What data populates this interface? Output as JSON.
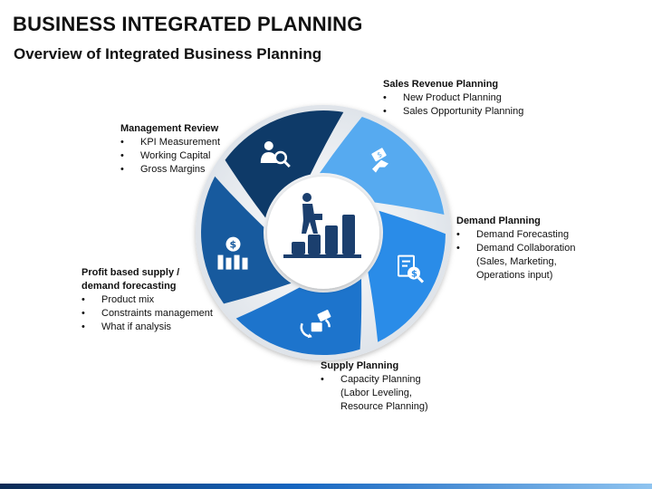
{
  "title": "BUSINESS INTEGRATED PLANNING",
  "subtitle": "Overview of Integrated Business Planning",
  "colors": {
    "navy": "#0e3a68",
    "dark_blue": "#175a9e",
    "medium_blue": "#1d74cc",
    "bright_blue": "#2a8ce8",
    "light_blue": "#56aaf0",
    "gap_white": "#f3f5f8"
  },
  "segments": [
    {
      "icon": "money-hand-icon",
      "color": "#56aaf0",
      "heading": "Sales Revenue Planning",
      "bullets": [
        "New Product Planning",
        "Sales Opportunity Planning"
      ]
    },
    {
      "icon": "financial-report-icon",
      "color": "#2a8ce8",
      "heading": "Demand Planning",
      "bullets": [
        "Demand Forecasting",
        " Demand Collaboration (Sales, Marketing, Operations input)"
      ]
    },
    {
      "icon": "money-cycle-icon",
      "color": "#1d74cc",
      "heading": "Supply Planning",
      "bullets": [
        "  Capacity Planning (Labor Leveling, Resource Planning)"
      ]
    },
    {
      "icon": "dollar-bar-chart-icon",
      "color": "#175a9e",
      "heading": "Profit based supply / demand forecasting",
      "bullets": [
        "Product mix",
        "Constraints management",
        "What if analysis"
      ]
    },
    {
      "icon": "person-magnifier-icon",
      "color": "#0e3a68",
      "heading": "Management Review",
      "bullets": [
        "KPI Measurement",
        "Working Capital",
        "Gross Margins"
      ]
    }
  ],
  "center_icon": "businessman-climbing-bars-icon"
}
